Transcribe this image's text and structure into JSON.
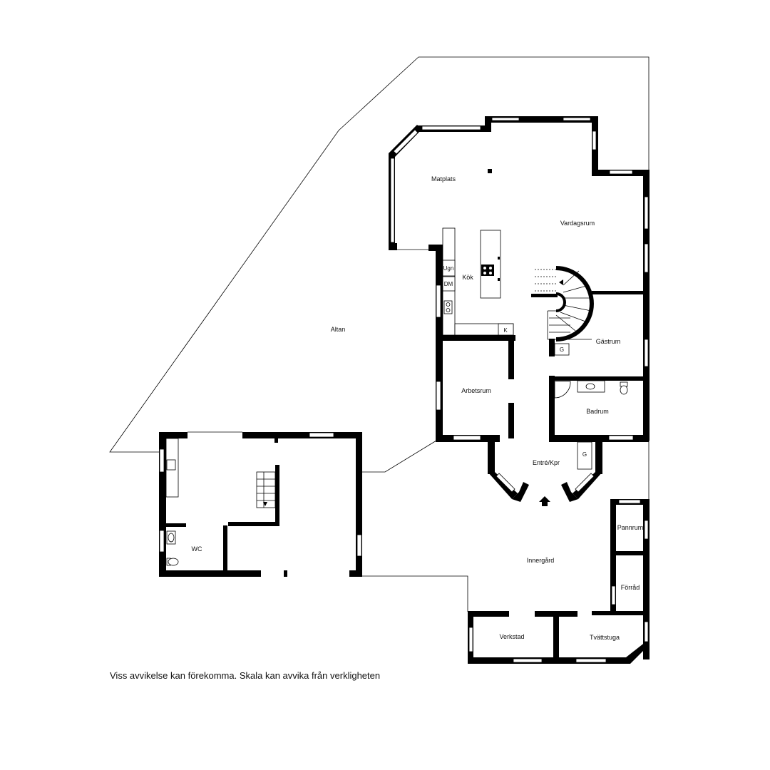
{
  "labels": {
    "altan": "Altan",
    "matplats": "Matplats",
    "vardagsrum": "Vardagsrum",
    "kok": "Kök",
    "ugn": "Ugn",
    "dm": "DM",
    "k": "K",
    "arbetsrum": "Arbetsrum",
    "gastrum": "Gästrum",
    "g1": "G",
    "badrum": "Badrum",
    "entre": "Entré/Kpr",
    "g2": "G",
    "innergard": "Innergård",
    "pannrum": "Pannrum",
    "forrad": "Förråd",
    "verkstad": "Verkstad",
    "tvattstuga": "Tvättstuga",
    "wc": "WC"
  },
  "disclaimer": "Viss avvikelse kan förekomma. Skala kan avvika från verkligheten"
}
